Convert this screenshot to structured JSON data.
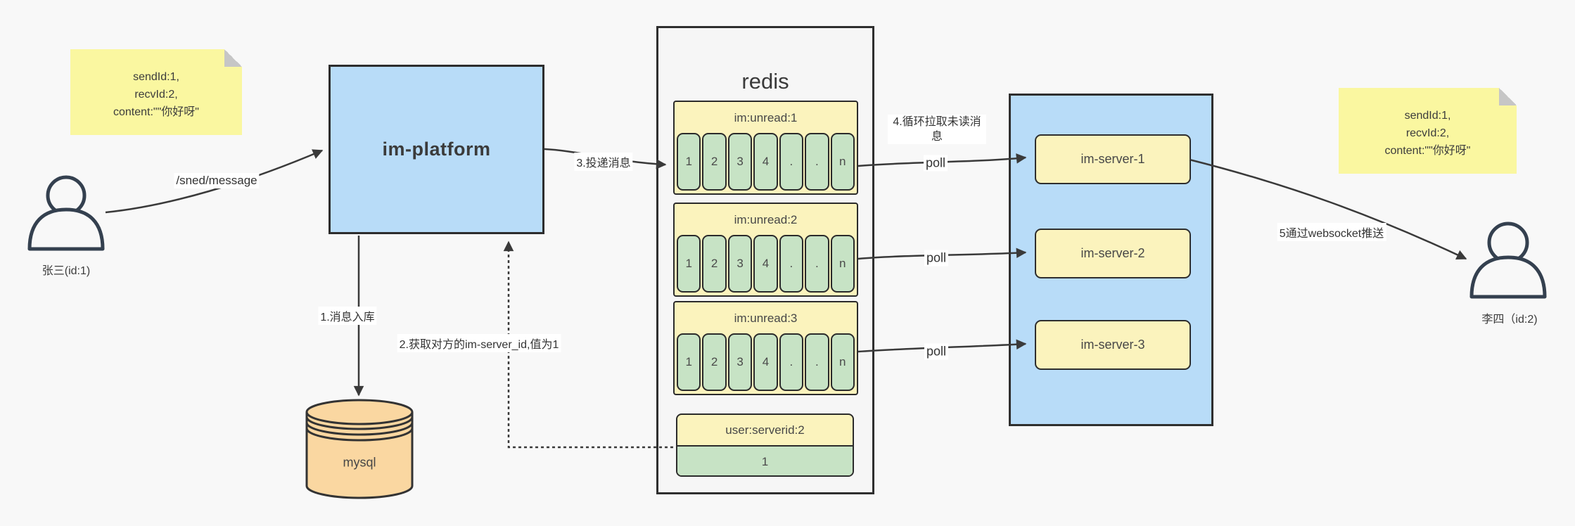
{
  "colors": {
    "bg": "#F8F8F8",
    "note": "#FAF7A0",
    "fold": "#C6C6C6",
    "yellow": "#FBF3BD",
    "green": "#C7E3C5",
    "blue": "#B8DCF8",
    "orange": "#FAD7A1",
    "line": "#3A3A3A",
    "text": "#3F3F3F",
    "container": "#F6F6F6"
  },
  "notes": {
    "left": {
      "lines": [
        "sendId:1,",
        "recvId:2,",
        "content:\"\"你好呀\""
      ]
    },
    "right": {
      "lines": [
        "sendId:1,",
        "recvId:2,",
        "content:\"\"你好呀\""
      ]
    }
  },
  "actors": {
    "sender": {
      "label": "张三(id:1)"
    },
    "receiver": {
      "label": "李四（id:2)"
    }
  },
  "platform": {
    "label": "im-platform"
  },
  "database": {
    "label": "mysql"
  },
  "redis": {
    "title": "redis",
    "queues": [
      {
        "name": "im:unread:1",
        "cells": [
          "1",
          "2",
          "3",
          "4",
          ".",
          ".",
          "n"
        ]
      },
      {
        "name": "im:unread:2",
        "cells": [
          "1",
          "2",
          "3",
          "4",
          ".",
          ".",
          "n"
        ]
      },
      {
        "name": "im:unread:3",
        "cells": [
          "1",
          "2",
          "3",
          "4",
          ".",
          ".",
          "n"
        ]
      }
    ],
    "kv": {
      "key": "user:serverid:2",
      "value": "1"
    }
  },
  "servers": [
    {
      "label": "im-server-1"
    },
    {
      "label": "im-server-2"
    },
    {
      "label": "im-server-3"
    }
  ],
  "edges": {
    "send": "/sned/message",
    "store": "1.消息入库",
    "fetch": "2.获取对方的im-server_id,值为1",
    "deliver": "3.投递消息",
    "poll_note": "4.循环拉取未读消息",
    "poll": "poll",
    "push": "5通过websocket推送"
  }
}
